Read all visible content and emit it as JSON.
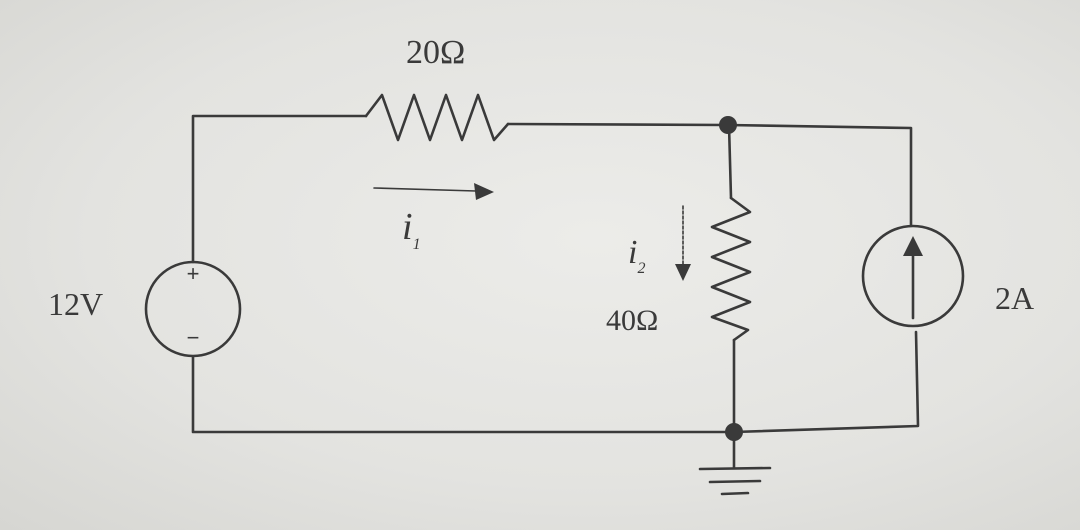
{
  "circuit": {
    "resistor_top_label": "20Ω",
    "resistor_right_label": "40Ω",
    "voltage_source_label": "12V",
    "current_source_label": "2A",
    "current_i1_symbol": "i",
    "current_i1_subscript": "1",
    "current_i2_symbol": "i",
    "current_i2_subscript": "2",
    "plus_sign": "+",
    "minus_sign": "−"
  },
  "colors": {
    "ink": "#3a3a3a",
    "node": "#3a3a3a",
    "paper": "#e4e4e1"
  }
}
